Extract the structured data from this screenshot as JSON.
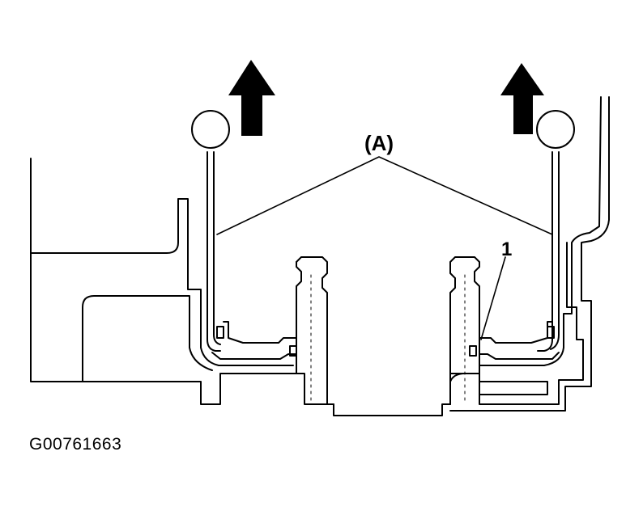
{
  "labels": {
    "callout_a": "(A)",
    "callout_1": "1"
  },
  "figure_code": "G00761663",
  "colors": {
    "ink": "#000000",
    "paper": "#ffffff"
  },
  "icons": [
    "up-arrow-icon",
    "up-arrow-icon"
  ]
}
